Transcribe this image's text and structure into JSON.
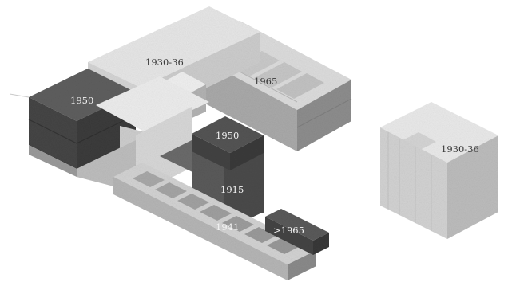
{
  "labels": {
    "block_1930_36_main": "1930-36",
    "block_1965_main": "1965",
    "block_1950_left": "1950",
    "block_1950_center": "1950",
    "block_1915": "1915",
    "block_1941": "1941",
    "block_post1965": ">1965",
    "block_1930_36_right": "1930-36"
  }
}
